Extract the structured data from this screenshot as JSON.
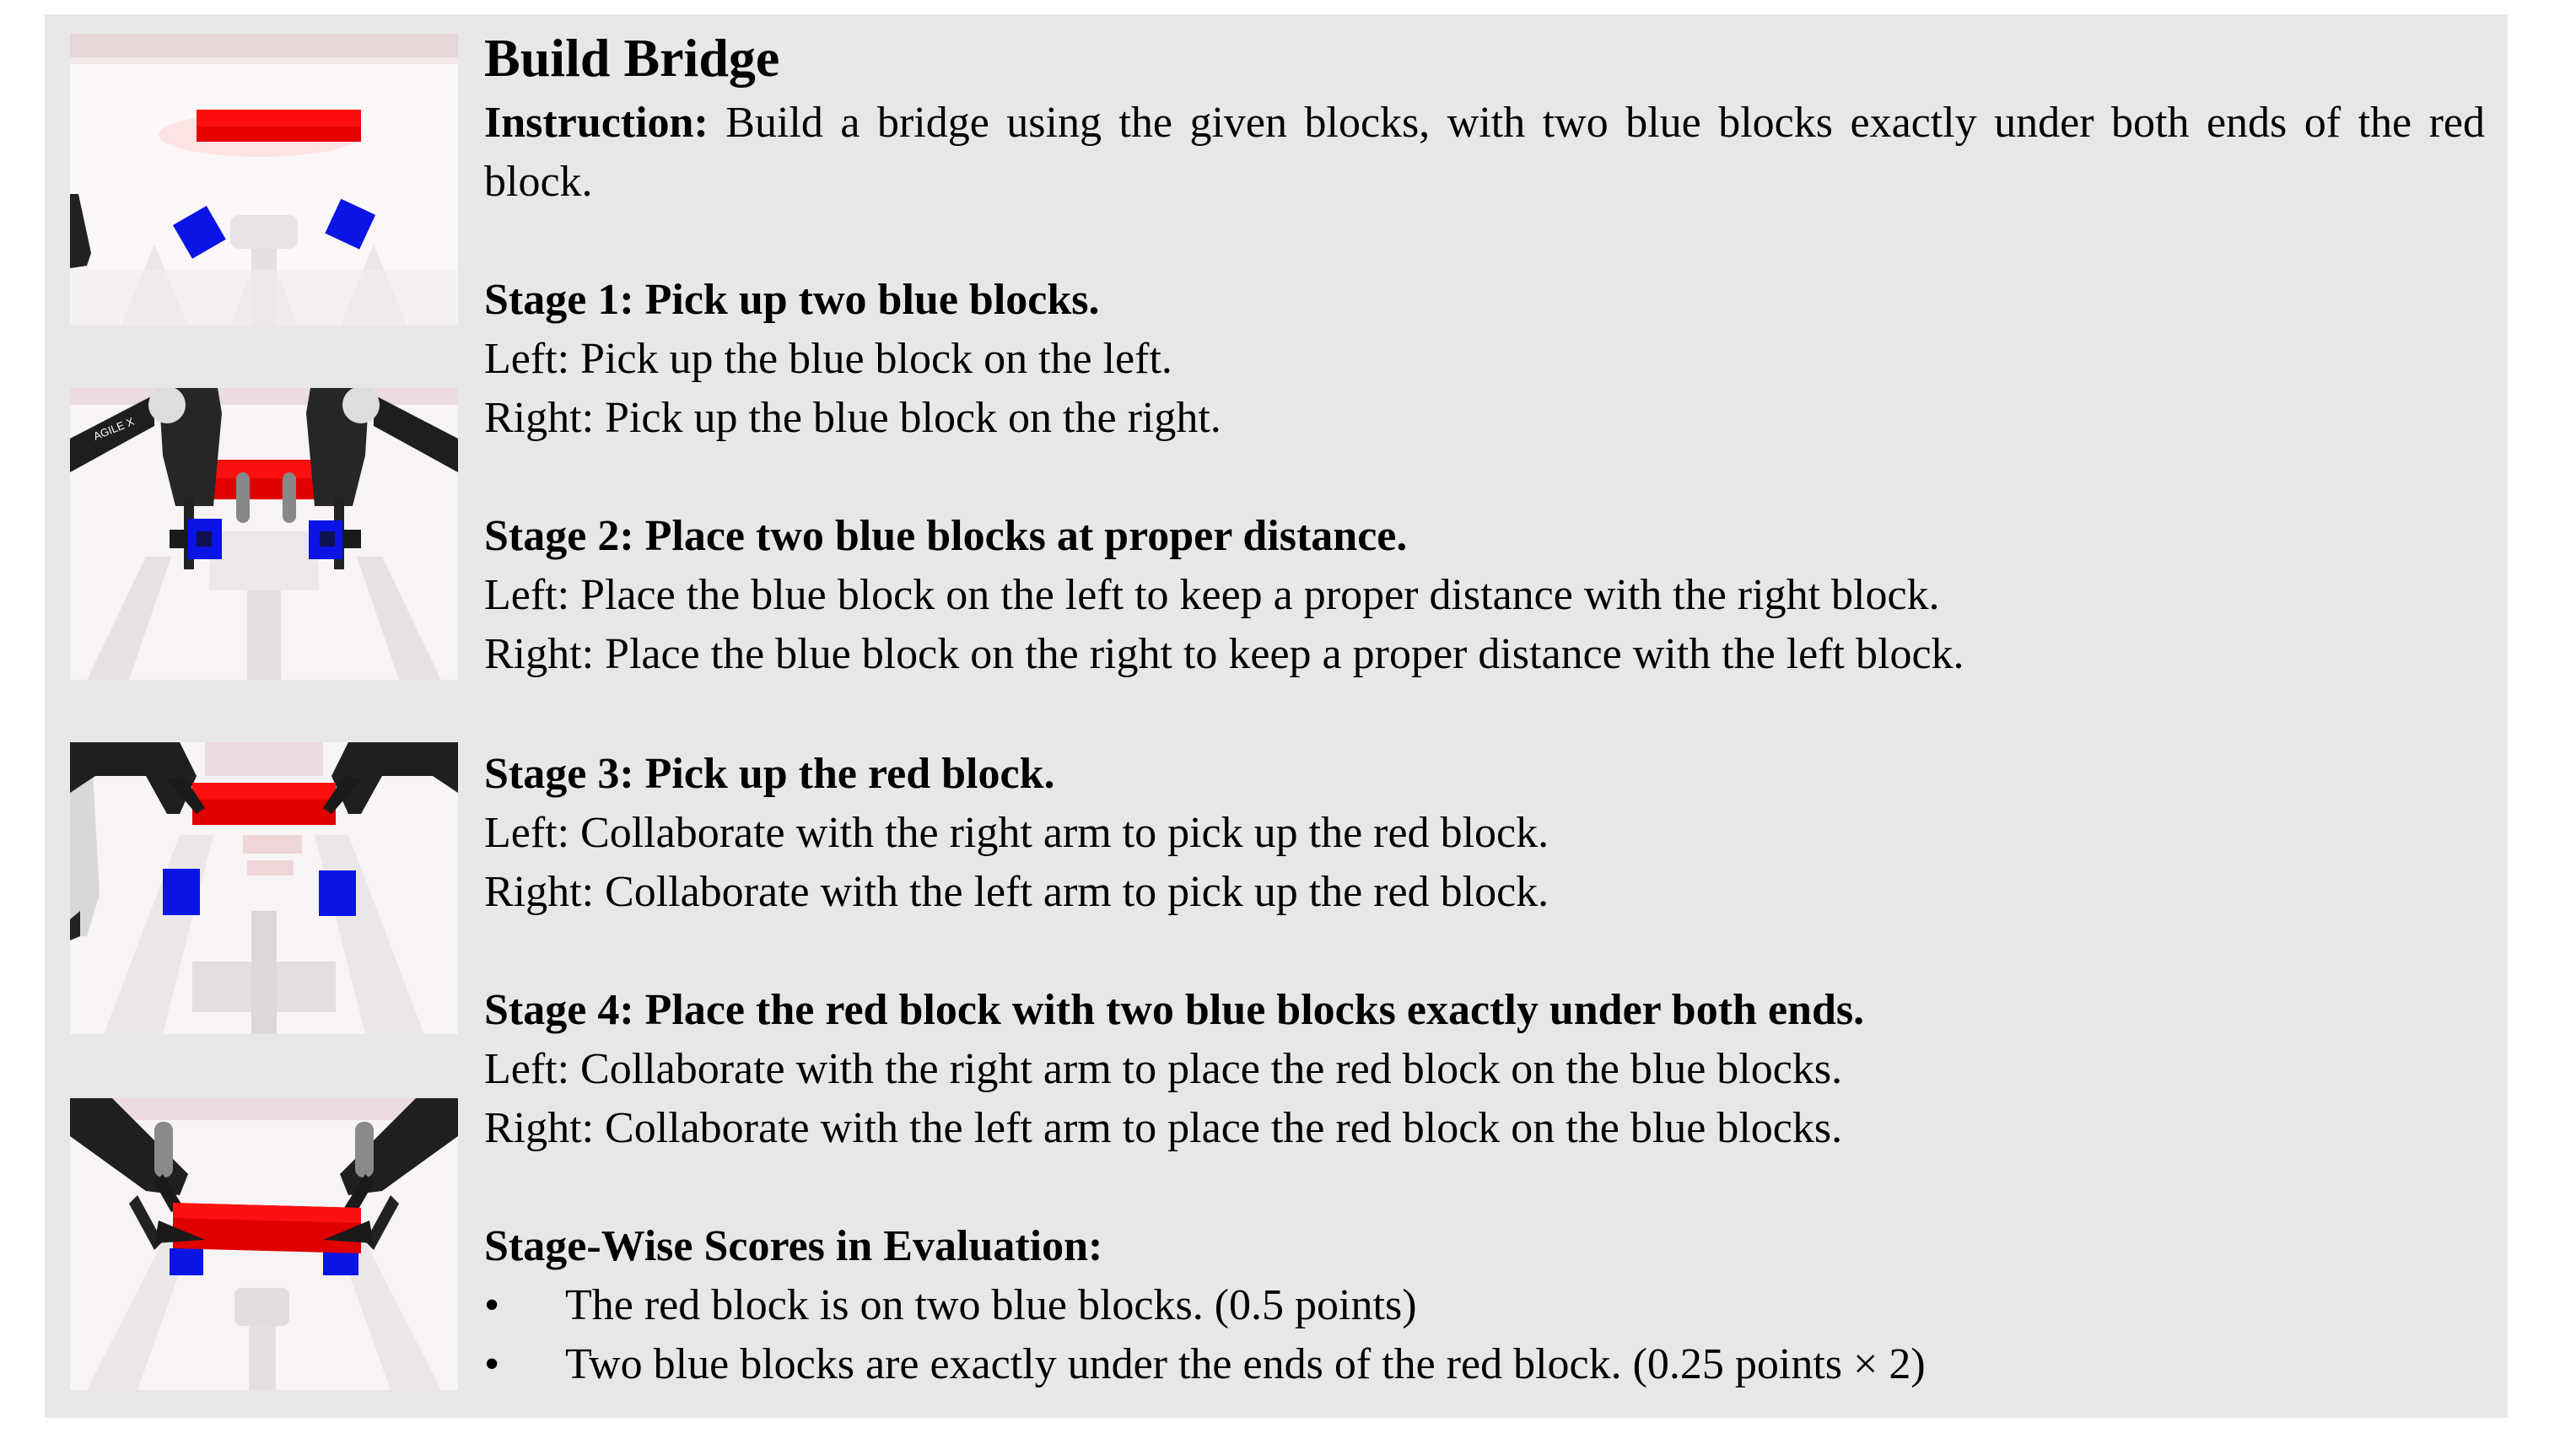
{
  "task": {
    "title": "Build Bridge",
    "instruction_label": "Instruction:",
    "instruction_text": "Build a bridge using the given blocks, with two blue blocks exactly under both ends of the red block."
  },
  "stages": [
    {
      "heading": "Stage 1: Pick up two blue blocks.",
      "left": "Left: Pick up the blue block on the left.",
      "right": "Right: Pick up the blue block on the right."
    },
    {
      "heading": "Stage 2: Place two blue blocks at proper distance.",
      "left": "Left: Place the blue block on the left to keep a proper distance with the right block.",
      "right": "Right: Place the blue block on the right to keep a proper distance with the left block."
    },
    {
      "heading": "Stage 3: Pick up the red block.",
      "left": "Left: Collaborate with the right arm to pick up the red block.",
      "right": "Right: Collaborate with the left arm to pick up the red block."
    },
    {
      "heading": "Stage 4: Place the red block with two blue blocks exactly under both ends.",
      "left": "Left: Collaborate with the right arm to place the red block on the blue blocks.",
      "right": "Right: Collaborate with the left arm to place the red block on the blue blocks."
    }
  ],
  "scores": {
    "heading": "Stage-Wise Scores in Evaluation:",
    "bullet_glyph": "•",
    "items": [
      "The red block is on two blue blocks. (0.5 points)",
      "Two blue blocks are exactly under the ends of the red block. (0.25 points × 2)"
    ]
  },
  "images": {
    "arm_brand_label": "AGILE X",
    "colors": {
      "red_block": "#ee0000",
      "blue_block": "#0a14e6",
      "arm_dark": "#1e1e1e",
      "panel_bg": "#e7e7e7"
    }
  }
}
